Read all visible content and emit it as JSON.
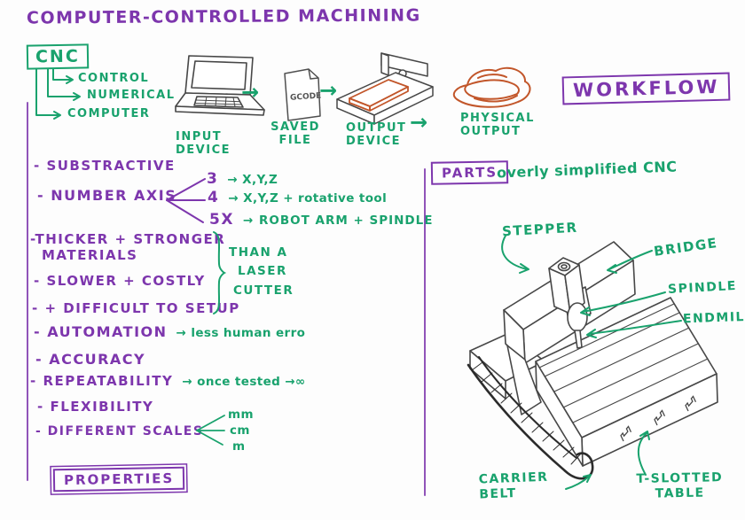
{
  "colors": {
    "purple": "#7d36ad",
    "green": "#19a26d",
    "orange": "#c2562a",
    "sketch": "#474747"
  },
  "title": "COMPUTER-CONTROLLED MACHINING",
  "cnc": {
    "box_label": "CNC",
    "items": [
      {
        "label": "CONTROL"
      },
      {
        "label": "NUMERICAL"
      },
      {
        "label": "COMPUTER"
      }
    ]
  },
  "workflow": {
    "box_label": "WORKFLOW",
    "arrow": "→",
    "steps": [
      {
        "label": "INPUT DEVICE",
        "icon": "laptop-icon"
      },
      {
        "label": "SAVED FILE",
        "icon": "gcode-file-icon",
        "file_text": "GCODE"
      },
      {
        "label": "OUTPUT DEVICE",
        "icon": "cnc-output-icon"
      },
      {
        "label": "PHYSICAL OUTPUT",
        "icon": "output-blob-icon"
      }
    ]
  },
  "properties": {
    "box_label": "PROPERTIES",
    "substractive": "- SUBSTRACTIVE",
    "number_axis": "- NUMBER AXIS",
    "axes": [
      {
        "n": "3",
        "desc": "→ X,Y,Z"
      },
      {
        "n": "4",
        "desc": "→ X,Y,Z + rotative tool"
      },
      {
        "n": "5X",
        "desc": "→ ROBOT ARM + SPINDLE"
      }
    ],
    "thicker_line1": "-THICKER + STRONGER",
    "thicker_line2": "MATERIALS",
    "slower": "- SLOWER + COSTLY",
    "difficult": "- + DIFFICULT TO SETUP",
    "than_note": [
      "THAN A",
      "LASER",
      "CUTTER"
    ],
    "automation": "- AUTOMATION",
    "automation_note": "→ less human erro",
    "accuracy": "- ACCURACY",
    "repeatability": "- REPEATABILITY",
    "repeatability_note": "→ once tested →∞",
    "flexibility": "- FLEXIBILITY",
    "different_scales": "- DIFFERENT SCALES",
    "scales": [
      "mm",
      "cm",
      "m"
    ]
  },
  "parts": {
    "box_label": "PARTS",
    "subtitle": "overly simplified CNC",
    "labels": {
      "stepper": "STEPPER",
      "bridge": "BRIDGE",
      "spindle": "SPINDLE",
      "endmill": "ENDMILL",
      "carrier_belt": "CARRIER BELT",
      "t_slotted_table": "T-SLOTTED TABLE"
    }
  }
}
